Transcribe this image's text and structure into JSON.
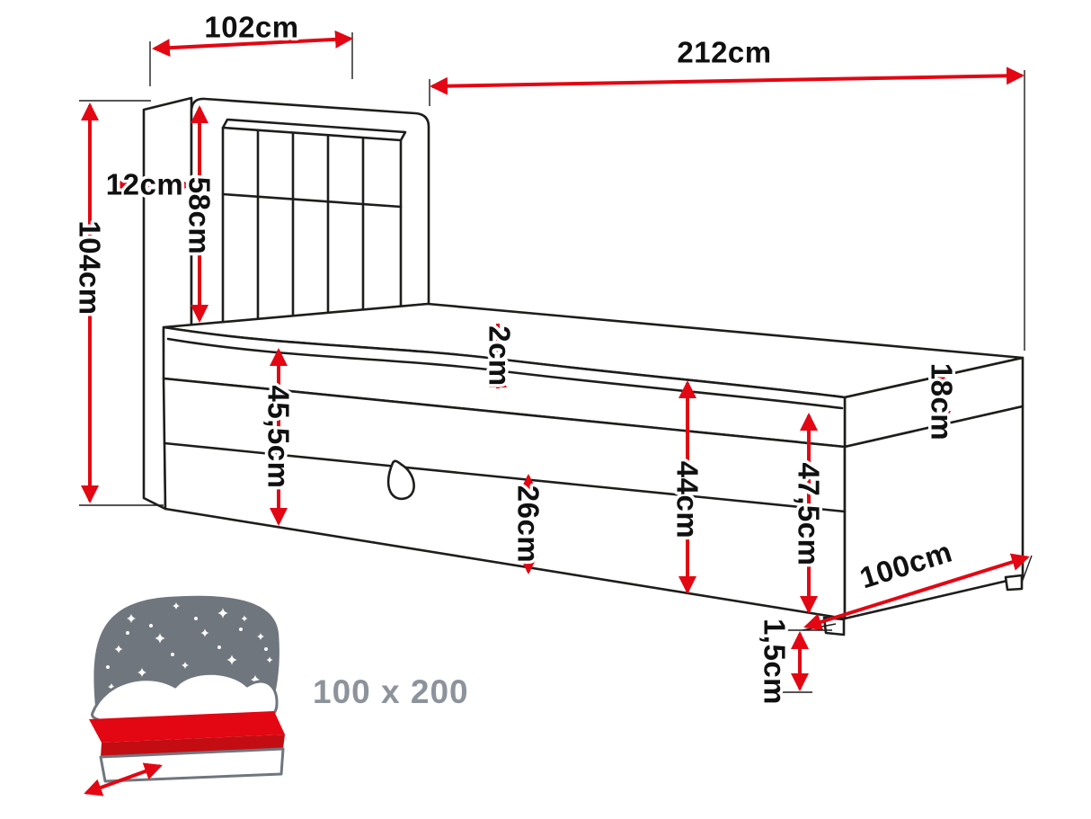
{
  "diagram": {
    "labels": {
      "headboard_width": "102cm",
      "total_length": "212cm",
      "total_height": "104cm",
      "headboard_depth": "12cm",
      "headboard_height": "58cm",
      "topper_height": "2cm",
      "base_front_height": "45,5cm",
      "storage_height": "26cm",
      "base_foot_height": "44cm",
      "side_total_height": "47,5cm",
      "mattress_height": "18cm",
      "bed_width": "100cm",
      "feet_height": "1,5cm"
    },
    "size_label": "100 x 200",
    "colors": {
      "dimension_red": "#e30613",
      "outline_black": "#1d1d1b",
      "icon_gray": "#70767e",
      "icon_red": "#e30613",
      "size_label_gray": "#8d939b"
    }
  }
}
